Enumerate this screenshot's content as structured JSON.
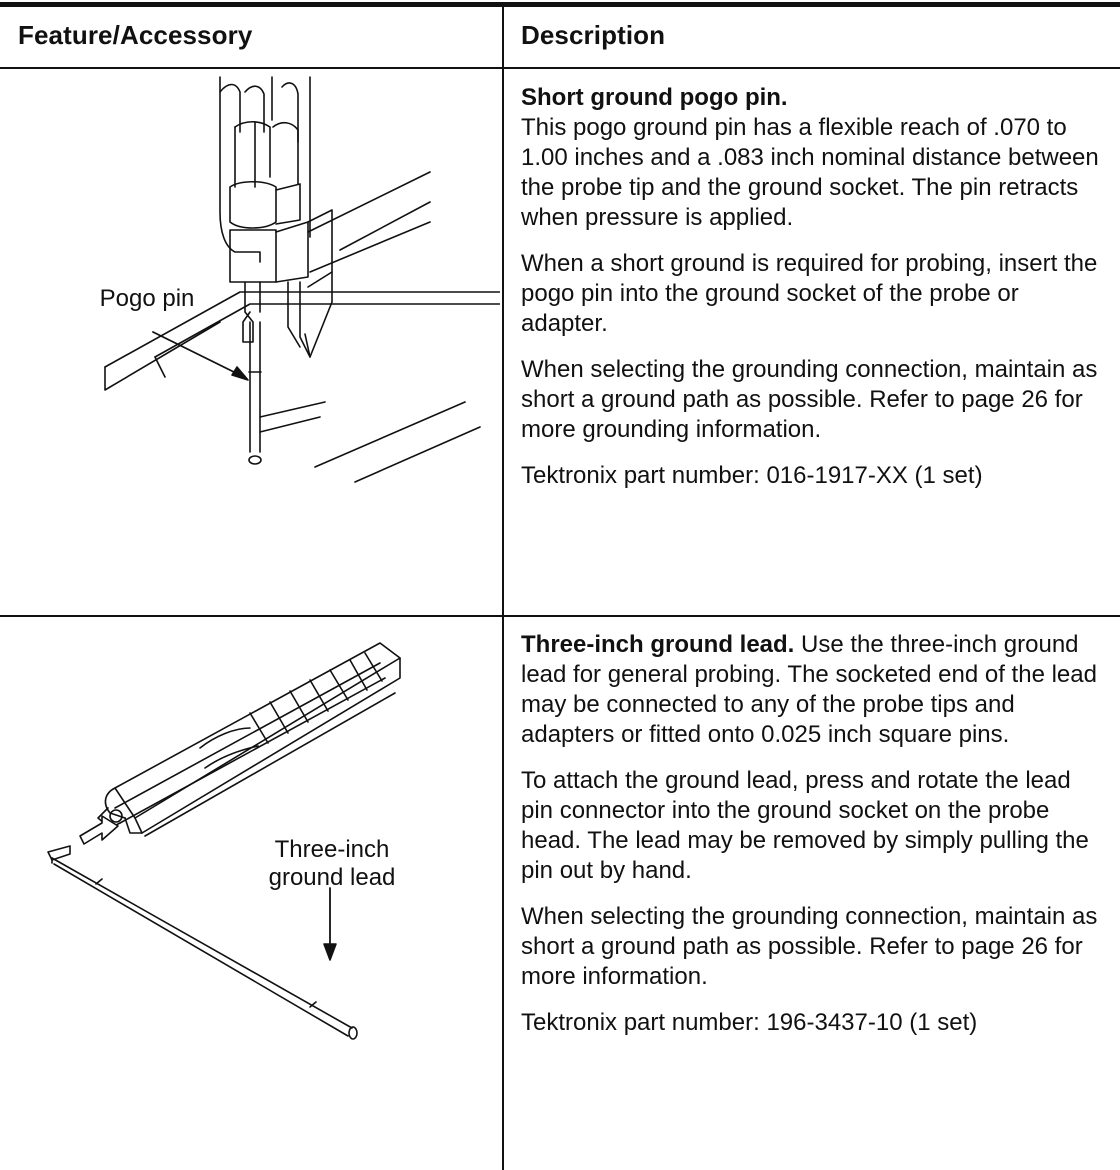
{
  "table": {
    "headers": {
      "feature": "Feature/Accessory",
      "description": "Description"
    },
    "rows": [
      {
        "figure_label": "Pogo pin",
        "title": "Short ground pogo pin.",
        "paragraphs": [
          "This pogo ground pin has a flexible reach of .070 to 1.00 inches and a .083 inch nominal distance between the probe tip and the ground socket. The pin retracts when pressure is applied.",
          "When a short ground is required for probing, insert the pogo pin into the ground socket of the probe or adapter.",
          "When selecting the grounding connection, maintain as short a ground path as possible. Refer to page 26 for more grounding information.",
          "Tektronix part number: 016-1917-XX (1 set)"
        ]
      },
      {
        "figure_label_line1": "Three-inch",
        "figure_label_line2": "ground lead",
        "title": "Three-inch ground lead.",
        "title_rest": " Use the three-inch ground lead for general probing. The socketed end of the lead may be connected to any of the probe tips and adapters or fitted onto 0.025 inch square pins.",
        "paragraphs": [
          "To attach the ground lead, press and rotate the lead pin connector into the ground socket on the probe head. The lead may be removed by simply pulling the pin out by hand.",
          "When selecting the grounding connection, maintain as short a ground path as possible. Refer to page 26 for more information.",
          "Tektronix part number: 196-3437-10 (1 set)"
        ]
      }
    ]
  }
}
